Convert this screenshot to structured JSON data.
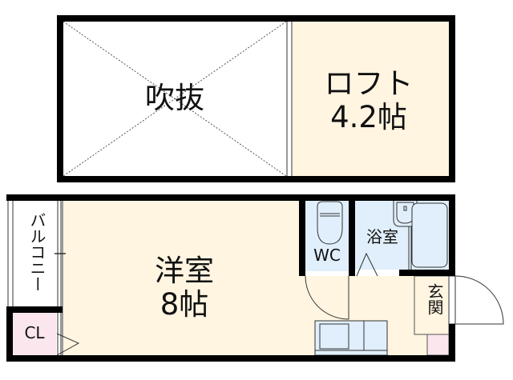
{
  "colors": {
    "wall": "#000000",
    "floor_wood": "#fff5e1",
    "wet_area": "#e0effb",
    "closet": "#fbe6ee",
    "void": "#ffffff",
    "line": "#333333"
  },
  "upper_floor": {
    "void_area": {
      "label": "吹抜"
    },
    "loft": {
      "label": "ロフト",
      "size": "4.2帖"
    }
  },
  "lower_floor": {
    "balcony": {
      "label": "バルコニー"
    },
    "closet": {
      "label": "CL"
    },
    "western_room": {
      "label": "洋室",
      "size": "8帖"
    },
    "toilet": {
      "label": "WC"
    },
    "bathroom": {
      "label": "浴室"
    },
    "entrance": {
      "label": "玄関"
    }
  }
}
